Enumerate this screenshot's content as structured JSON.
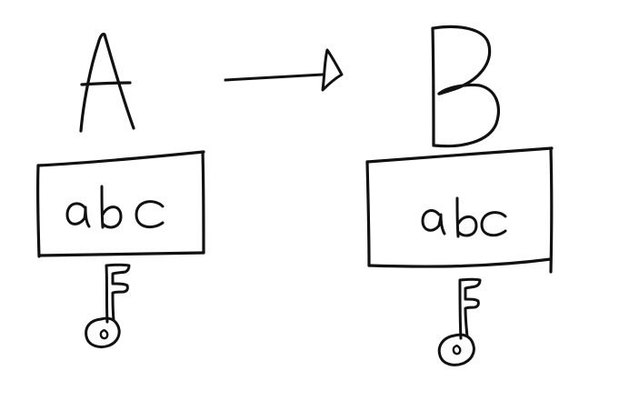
{
  "colors": {
    "ink": "#111111",
    "paper": "#ffffff"
  },
  "diagram": {
    "sender": {
      "label": "A",
      "message": "abc",
      "key_icon": "key-icon"
    },
    "receiver": {
      "label": "B",
      "message": "abc",
      "key_icon": "key-icon"
    },
    "connector": {
      "icon": "arrow-right-icon"
    }
  }
}
